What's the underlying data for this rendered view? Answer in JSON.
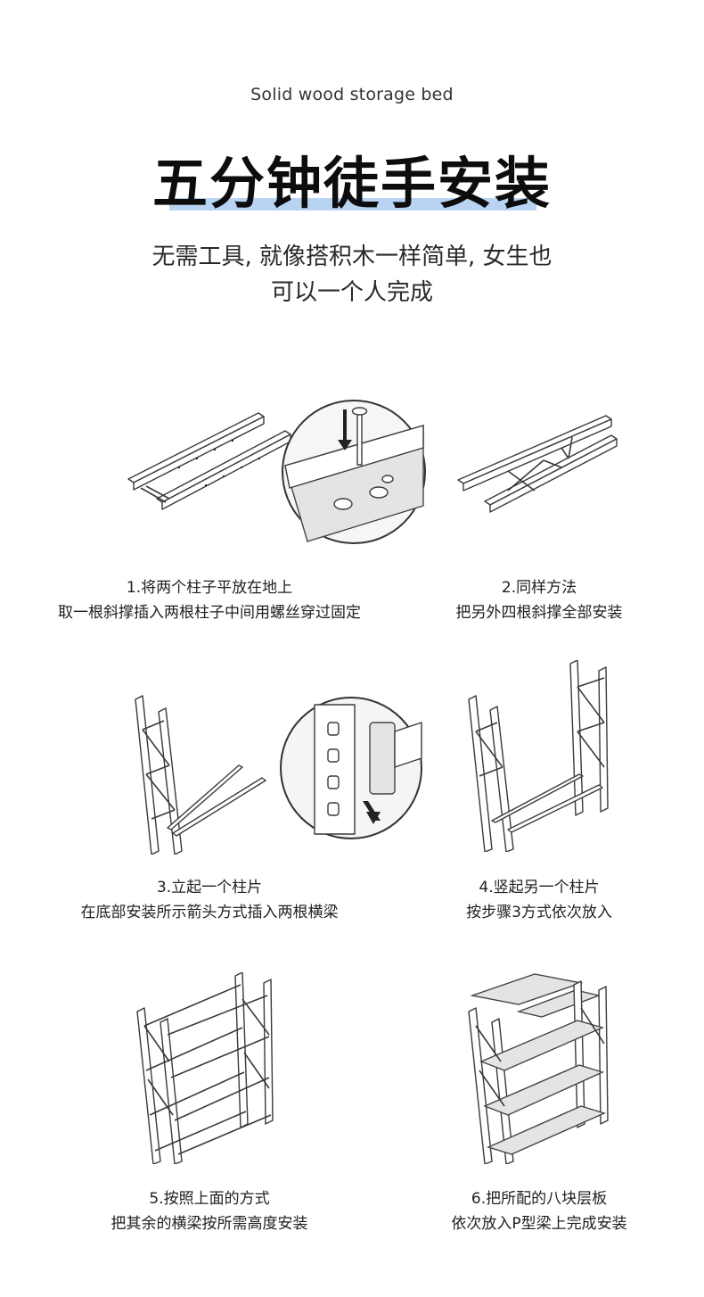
{
  "header": {
    "subtitle_en": "Solid wood storage bed",
    "title": "五分钟徒手安装",
    "intro_line1": "无需工具, 就像搭积木一样简单, 女生也",
    "intro_line2": "可以一个人完成"
  },
  "steps": [
    {
      "title": "1.将两个柱子平放在地上",
      "desc": "取一根斜撑插入两根柱子中间用螺丝穿过固定"
    },
    {
      "title": "2.同样方法",
      "desc": "把另外四根斜撑全部安装"
    },
    {
      "title": "3.立起一个柱片",
      "desc": "在底部安装所示箭头方式插入两根横梁"
    },
    {
      "title": "4.竖起另一个柱片",
      "desc": "按步骤3方式依次放入"
    },
    {
      "title": "5.按照上面的方式",
      "desc": "把其余的横梁按所需高度安装"
    },
    {
      "title": "6.把所配的八块层板",
      "desc": "依次放入P型梁上完成安装"
    }
  ],
  "colors": {
    "title_highlight": "#b8d4f2",
    "line_art": "#3a3a3a",
    "background": "#ffffff"
  }
}
